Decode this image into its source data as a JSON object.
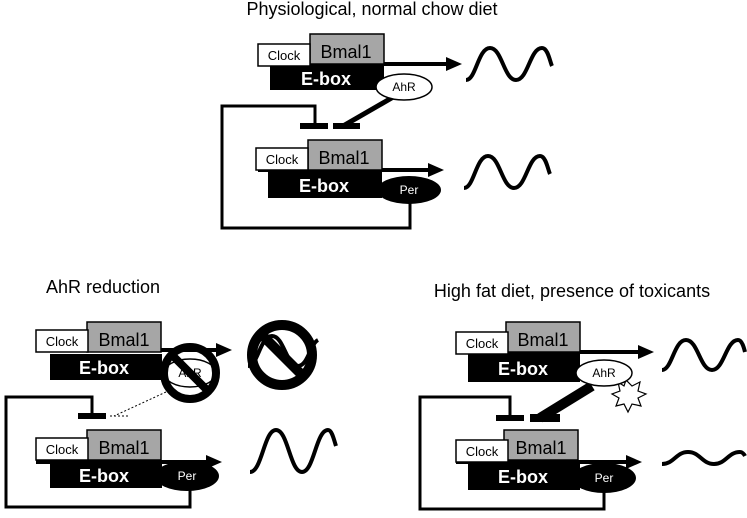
{
  "panels": {
    "normal": {
      "title": "Physiological, normal chow diet",
      "upper": {
        "clock": "Clock",
        "bmal": "Bmal1",
        "ebox": "E-box"
      },
      "lower": {
        "clock": "Clock",
        "bmal": "Bmal1",
        "ebox": "E-box",
        "per": "Per"
      },
      "ahr": "AhR"
    },
    "reduction": {
      "title": "AhR reduction",
      "upper": {
        "clock": "Clock",
        "bmal": "Bmal1",
        "ebox": "E-box"
      },
      "lower": {
        "clock": "Clock",
        "bmal": "Bmal1",
        "ebox": "E-box",
        "per": "Per"
      },
      "ahr": "AhR"
    },
    "highfat": {
      "title": "High fat diet, presence of toxicants",
      "upper": {
        "clock": "Clock",
        "bmal": "Bmal1",
        "ebox": "E-box"
      },
      "lower": {
        "clock": "Clock",
        "bmal": "Bmal1",
        "ebox": "E-box",
        "per": "Per"
      },
      "ahr": "AhR"
    }
  },
  "colors": {
    "ebox": "#000000",
    "bmal": "#a6a6a6",
    "clock": "#ffffff",
    "per": "#000000",
    "line": "#000000"
  },
  "icons": {
    "oscillation": "sine-wave-icon",
    "prohibited": "no-symbol-icon",
    "toxicant": "starburst-icon"
  }
}
